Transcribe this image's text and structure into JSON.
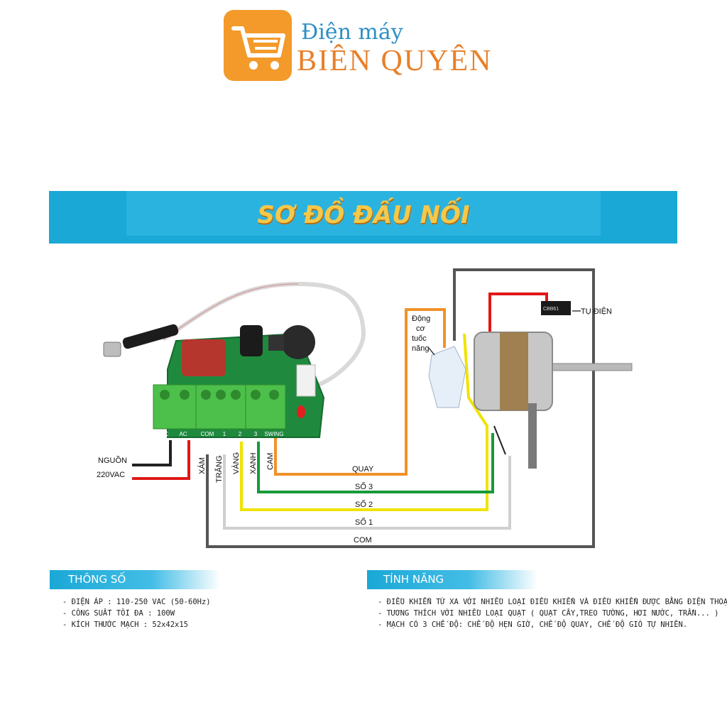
{
  "brand": {
    "line1": "Điện máy",
    "line2": "BIÊN QUYÊN",
    "icon": "shopping-cart-icon",
    "colors": {
      "box": "#f39a2b",
      "line1": "#2e8fc4",
      "line2": "#e8802a"
    }
  },
  "banner": {
    "title": "SƠ ĐỒ ĐẤU NỐI",
    "color": "#1aa8d6"
  },
  "diagram": {
    "board_terminals": [
      "AC",
      "AC",
      "COM",
      "1",
      "2",
      "3",
      "SWING"
    ],
    "power_label": [
      "NGUỒN",
      "220VAC"
    ],
    "wire_labels_vertical": [
      "XÁM",
      "TRẮNG",
      "VÀNG",
      "XANH",
      "CAM"
    ],
    "wire_labels_horizontal": [
      "QUAY",
      "SỐ 3",
      "SỐ 2",
      "SỐ 1",
      "COM"
    ],
    "motor_label": [
      "Động",
      "cơ",
      "tuốc",
      "năng"
    ],
    "capacitor_label": "TỤ ĐIỆN",
    "capacitor_mark": "CBB61",
    "wire_colors": {
      "black": "#222222",
      "red": "#e01818",
      "gray": "#555555",
      "white": "#d8d8d8",
      "yellow": "#f2e600",
      "green": "#169a3a",
      "orange": "#f0922a"
    }
  },
  "specs": {
    "title": "THÔNG SỐ",
    "items": [
      "- ĐIỆN ÁP : 110-250 VAC (50-60Hz)",
      "- CÔNG SUẤT TỐI ĐA : 100W",
      "- KÍCH THƯỚC MẠCH : 52x42x15"
    ]
  },
  "features": {
    "title": "TÍNH NĂNG",
    "items": [
      "- ĐIỀU KHIỂN TỪ XA VỚI NHIỀU LOẠI ĐIỀU KHIỂN VÀ ĐIỀU KHIỂN ĐƯỢC BẰNG ĐIỆN THOẠI",
      "- TƯƠNG THÍCH VỚI NHIỀU LOẠI QUẠT ( QUẠT CÂY,TREO TƯỜNG, HƠI NƯỚC, TRẦN... )",
      "- MẠCH CÓ 3 CHẾ ĐỘ: CHẾ ĐỘ HẸN GIỜ, CHẾ ĐỘ QUAY, CHẾ ĐỘ GIÓ TỰ NHIÊN."
    ]
  }
}
